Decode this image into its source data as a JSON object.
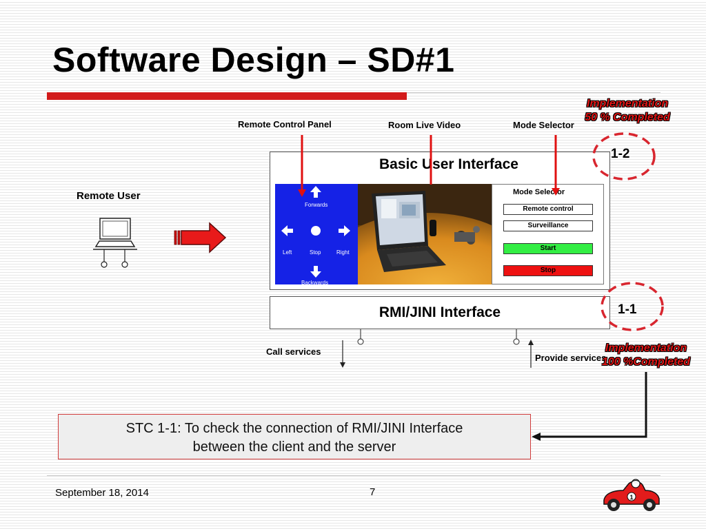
{
  "slide": {
    "title": "Software Design – SD#1",
    "page_number": "7",
    "date": "September 18, 2014"
  },
  "implementation_top": {
    "line1": "Implementation",
    "line2": "50 % Completed"
  },
  "implementation_bottom": {
    "line1": "Implementation",
    "line2": "100 %Completed"
  },
  "labels": {
    "remote_control_panel": "Remote Control Panel",
    "room_live_video": "Room Live Video",
    "mode_selector": "Mode Selector",
    "remote_user": "Remote User",
    "call_services": "Call services",
    "provide_services": "Provide services"
  },
  "basic_ui": {
    "title": "Basic User Interface",
    "controls": {
      "forwards": "Forwards",
      "left": "Left",
      "stop": "Stop",
      "right": "Right",
      "backwards": "Backwards"
    },
    "mode_selector": {
      "heading": "Mode Selector",
      "remote_control": "Remote control",
      "surveillance": "Surveillance",
      "start": "Start",
      "stop": "Stop"
    }
  },
  "rmi": {
    "title": "RMI/JINI Interface"
  },
  "badges": {
    "top": "1-2",
    "bottom": "1-1"
  },
  "stc": {
    "line1": "STC 1-1: To check the connection of RMI/JINI Interface",
    "line2": "between the client and the server"
  },
  "colors": {
    "accent_red": "#d21a1a",
    "control_blue": "#1522e6",
    "start_green": "#33ee44",
    "stop_red": "#ee1111"
  }
}
